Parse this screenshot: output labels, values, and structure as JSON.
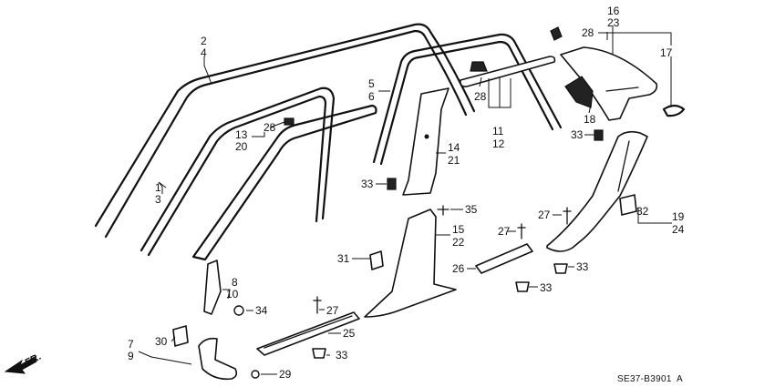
{
  "diagram": {
    "callouts": {
      "c_2": "2",
      "c_4": "4",
      "c_1": "1",
      "c_3": "3",
      "c_13": "13",
      "c_20": "20",
      "c_28a": "28",
      "c_5": "5",
      "c_6": "6",
      "c_28b": "28",
      "c_11": "11",
      "c_12": "12",
      "c_16": "16",
      "c_23": "23",
      "c_28c": "28",
      "c_17": "17",
      "c_18": "18",
      "c_33a": "33",
      "c_14": "14",
      "c_21": "21",
      "c_33b": "33",
      "c_35": "35",
      "c_15": "15",
      "c_22": "22",
      "c_27a": "27",
      "c_27b": "27",
      "c_19": "19",
      "c_24": "24",
      "c_32": "32",
      "c_31": "31",
      "c_26": "26",
      "c_33c": "33",
      "c_33d": "33",
      "c_8": "8",
      "c_10": "10",
      "c_34": "34",
      "c_27c": "27",
      "c_25": "25",
      "c_33e": "33",
      "c_7": "7",
      "c_9": "9",
      "c_30": "30",
      "c_29": "29"
    },
    "direction_label": "FR.",
    "diagram_code": "SE37-B3901",
    "revision_mark": "A"
  }
}
